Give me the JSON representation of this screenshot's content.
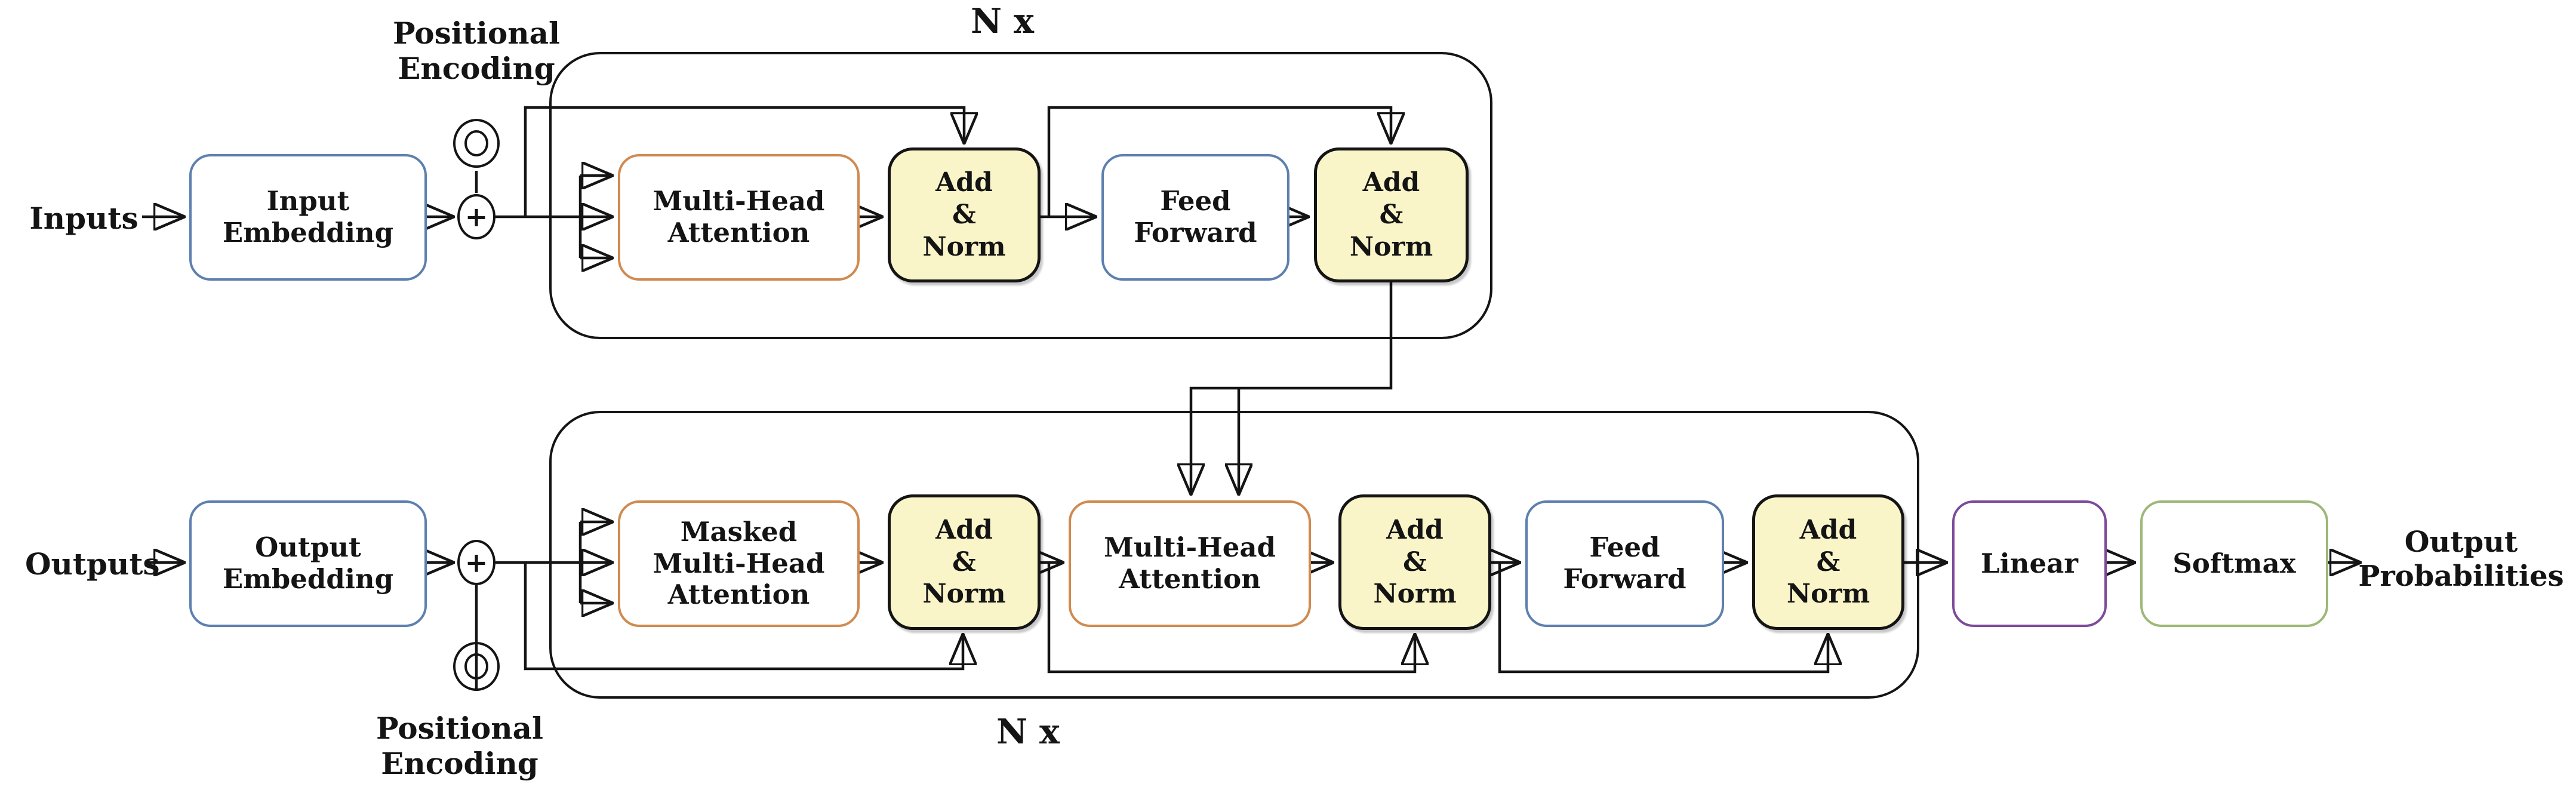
{
  "colors": {
    "line": "#141414",
    "background": "#ffffff",
    "embed_border": "#5d80ae",
    "attention_border": "#d08a50",
    "addnorm_fill": "#faf5c9",
    "addnorm_border": "#141414",
    "linear_border": "#7d4a9a",
    "softmax_border": "#9db877"
  },
  "io": {
    "inputs_label": "Inputs",
    "outputs_label": "Outputs",
    "output_probabilities_label": [
      "Output",
      "Probabilities"
    ],
    "positional_encoding_label": [
      "Positional",
      "Encoding"
    ],
    "plus_symbol": "+"
  },
  "encoder": {
    "repeat_label": "N x",
    "blocks": {
      "input_embedding": [
        "Input",
        "Embedding"
      ],
      "multi_head_attention": [
        "Multi-Head",
        "Attention"
      ],
      "add_norm_1": [
        "Add",
        "&",
        "Norm"
      ],
      "feed_forward": [
        "Feed",
        "Forward"
      ],
      "add_norm_2": [
        "Add",
        "&",
        "Norm"
      ]
    }
  },
  "decoder": {
    "repeat_label": "N x",
    "blocks": {
      "output_embedding": [
        "Output",
        "Embedding"
      ],
      "masked_multi_head_attention": [
        "Masked",
        "Multi-Head",
        "Attention"
      ],
      "add_norm_1": [
        "Add",
        "&",
        "Norm"
      ],
      "multi_head_attention": [
        "Multi-Head",
        "Attention"
      ],
      "add_norm_2": [
        "Add",
        "&",
        "Norm"
      ],
      "feed_forward": [
        "Feed",
        "Forward"
      ],
      "add_norm_3": [
        "Add",
        "&",
        "Norm"
      ],
      "linear": "Linear",
      "softmax": "Softmax"
    }
  }
}
